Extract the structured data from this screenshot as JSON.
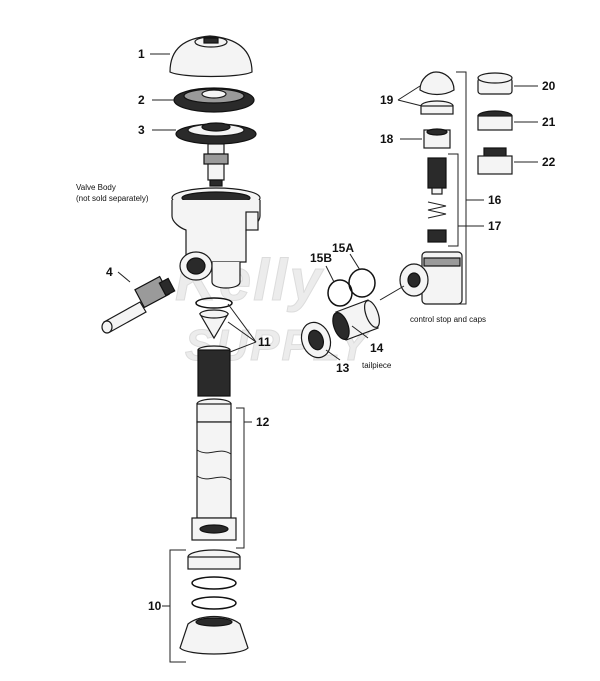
{
  "watermark": {
    "line1": "Kelly",
    "line2": "SUPPLY"
  },
  "captions": {
    "valve_body_1": "Valve Body",
    "valve_body_2": "(not sold separately)",
    "control_stop": "control stop and caps",
    "tailpiece": "tailpiece"
  },
  "labels": {
    "p1": "1",
    "p2": "2",
    "p3": "3",
    "p4": "4",
    "p10": "10",
    "p11": "11",
    "p12": "12",
    "p13": "13",
    "p14": "14",
    "p15a": "15A",
    "p15b": "15B",
    "p16": "16",
    "p17": "17",
    "p18": "18",
    "p19": "19",
    "p20": "20",
    "p21": "21",
    "p22": "22"
  }
}
